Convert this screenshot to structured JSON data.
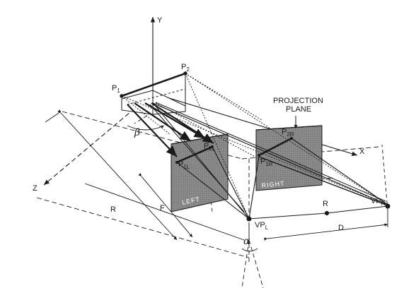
{
  "labels": {
    "y_axis": "Y",
    "x_axis": "X",
    "z_axis": "Z",
    "p1": "P",
    "p1_sub": "1",
    "p2": "P",
    "p2_sub": "2",
    "beta": "β",
    "alpha": "α",
    "r_dim": "R",
    "f_dim": "F",
    "d_dim": "D",
    "r_point": "R",
    "vp_left": "VP",
    "vp_left_sub": "L",
    "vp_right": "VP",
    "vp_right_sub": "R",
    "projection_plane_line1": "PROJECTION",
    "projection_plane_line2": "PLANE",
    "left_plane": "LEFT",
    "right_plane": "RIGHT",
    "left_p1": "P",
    "left_p1_sub": "1L",
    "left_p2": "P",
    "left_p2_sub": "2L",
    "right_p1": "P",
    "right_p1_sub": "1R",
    "right_p2": "P",
    "right_p2_sub": "2R"
  },
  "colors": {
    "ink": "#1a1a1a",
    "plane_fill": "#8a8a8a",
    "plane_shade": "#6f6f6f",
    "background": "#ffffff"
  }
}
